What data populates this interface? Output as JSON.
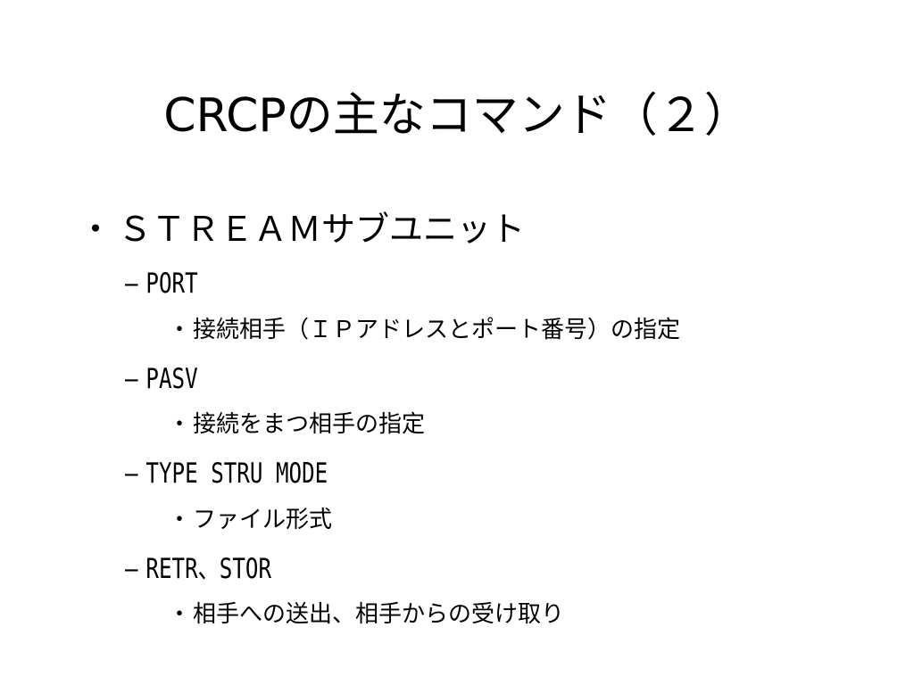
{
  "slide": {
    "title": "CRCPの主なコマンド（２）",
    "bullet": {
      "marker": "・",
      "text": "ＳＴＲＥＡＭサブユニット",
      "items": [
        {
          "marker": "–",
          "text": "PORT",
          "sub": {
            "marker": "・",
            "text": "接続相手（ＩＰアドレスとポート番号）の指定"
          }
        },
        {
          "marker": "–",
          "text": "PASV",
          "sub": {
            "marker": "・",
            "text": "接続をまつ相手の指定"
          }
        },
        {
          "marker": "–",
          "text": "TYPE STRU MODE",
          "sub": {
            "marker": "・",
            "text": "ファイル形式"
          }
        },
        {
          "marker": "–",
          "text": "RETR、STOR",
          "sub": {
            "marker": "・",
            "text": "相手への送出、相手からの受け取り"
          }
        }
      ]
    }
  }
}
